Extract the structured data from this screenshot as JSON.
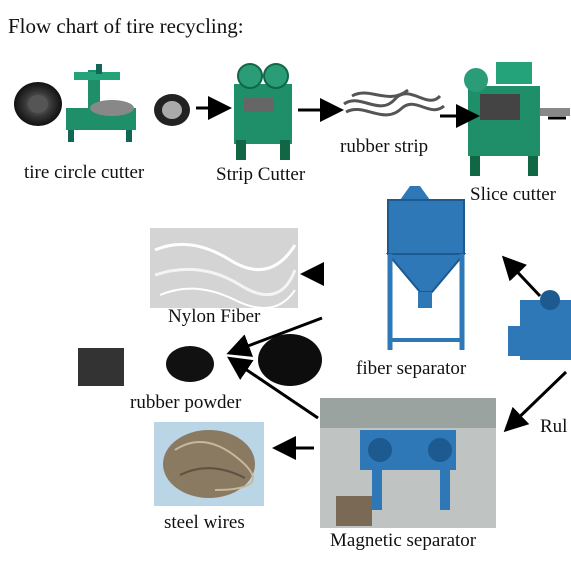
{
  "title": "Flow chart of tire recycling:",
  "nodes": {
    "tire_circle_cutter": "tire circle cutter",
    "strip_cutter": "Strip Cutter",
    "rubber_strip": "rubber strip",
    "slice_cutter": "Slice cutter",
    "nylon_fiber": "Nylon Fiber",
    "fiber_separator": "fiber separator",
    "rubber_powder": "rubber powder",
    "steel_wires": "steel wires",
    "magnetic_separator": "Magnetic separator",
    "rubber_truncated": "Rul"
  },
  "colors": {
    "machine_green": "#1f8f6a",
    "separator_blue": "#2e78b8",
    "arrow": "#000000"
  }
}
